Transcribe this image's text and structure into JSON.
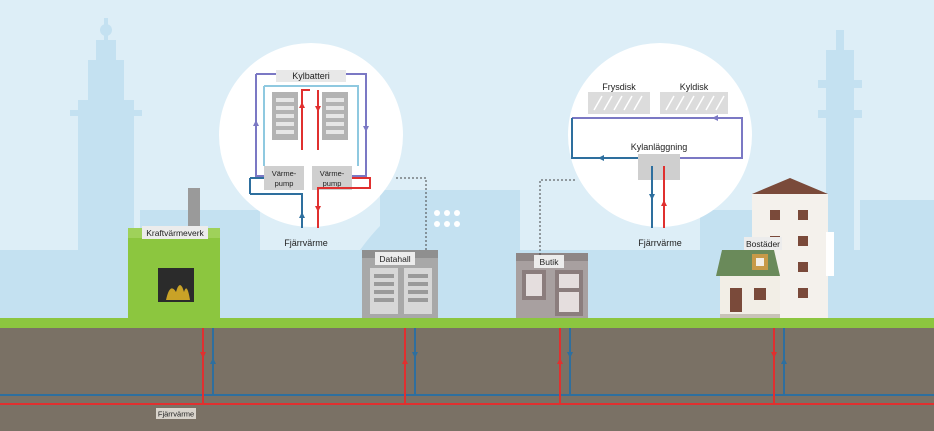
{
  "labels": {
    "kraftvarmeverk": "Kraftvärmeverk",
    "datahall": "Datahall",
    "butik": "Butik",
    "bostader": "Bostäder",
    "kylbatteri": "Kylbatteri",
    "varmepump_line1": "Värme-",
    "varmepump_line2": "pump",
    "fjarrvarme_left": "Fjärrvärme",
    "frysdisk": "Frysdisk",
    "kyldisk": "Kyldisk",
    "kylanlaggning": "Kylanläggning",
    "fjarrvarme_right": "Fjärrvärme",
    "fjarrvarme_ground": "Fjärrvärme"
  },
  "colors": {
    "sky": "#ddeef7",
    "skyline": "#c4e1f1",
    "grass": "#8cc63f",
    "ground": "#7a7165",
    "supply_hot": "#e0302f",
    "return_cold": "#2e6f9e",
    "cooling_loop": "#7b78c4",
    "cooling_loop_light": "#8fc9e0"
  }
}
